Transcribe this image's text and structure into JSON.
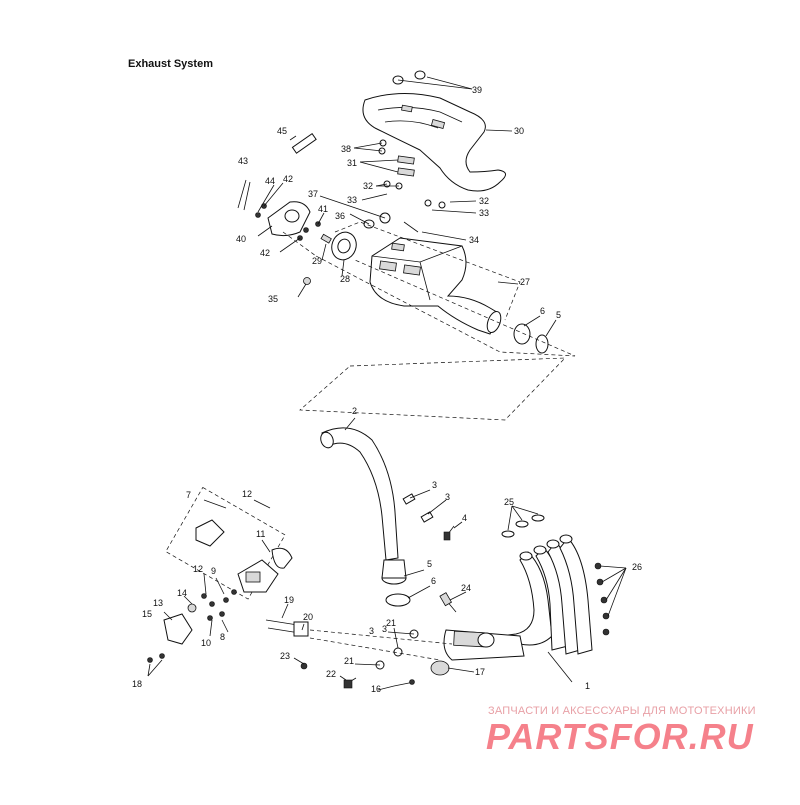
{
  "title": "Exhaust System",
  "watermark": {
    "line1": "ЗАПЧАСТИ И АКСЕССУАРЫ ДЛЯ МОТОТЕХНИКИ",
    "logo": "PARTSFOR.RU",
    "color": "#ee1c2e"
  },
  "callouts": [
    "1",
    "2",
    "3",
    "3",
    "3",
    "3",
    "4",
    "5",
    "5",
    "6",
    "6",
    "7",
    "8",
    "9",
    "10",
    "11",
    "12",
    "12",
    "13",
    "14",
    "15",
    "16",
    "17",
    "18",
    "19",
    "20",
    "21",
    "21",
    "22",
    "23",
    "24",
    "25",
    "26",
    "27",
    "28",
    "29",
    "30",
    "31",
    "32",
    "32",
    "33",
    "33",
    "34",
    "35",
    "36",
    "37",
    "38",
    "39",
    "40",
    "41",
    "42",
    "42",
    "43",
    "44",
    "45"
  ]
}
